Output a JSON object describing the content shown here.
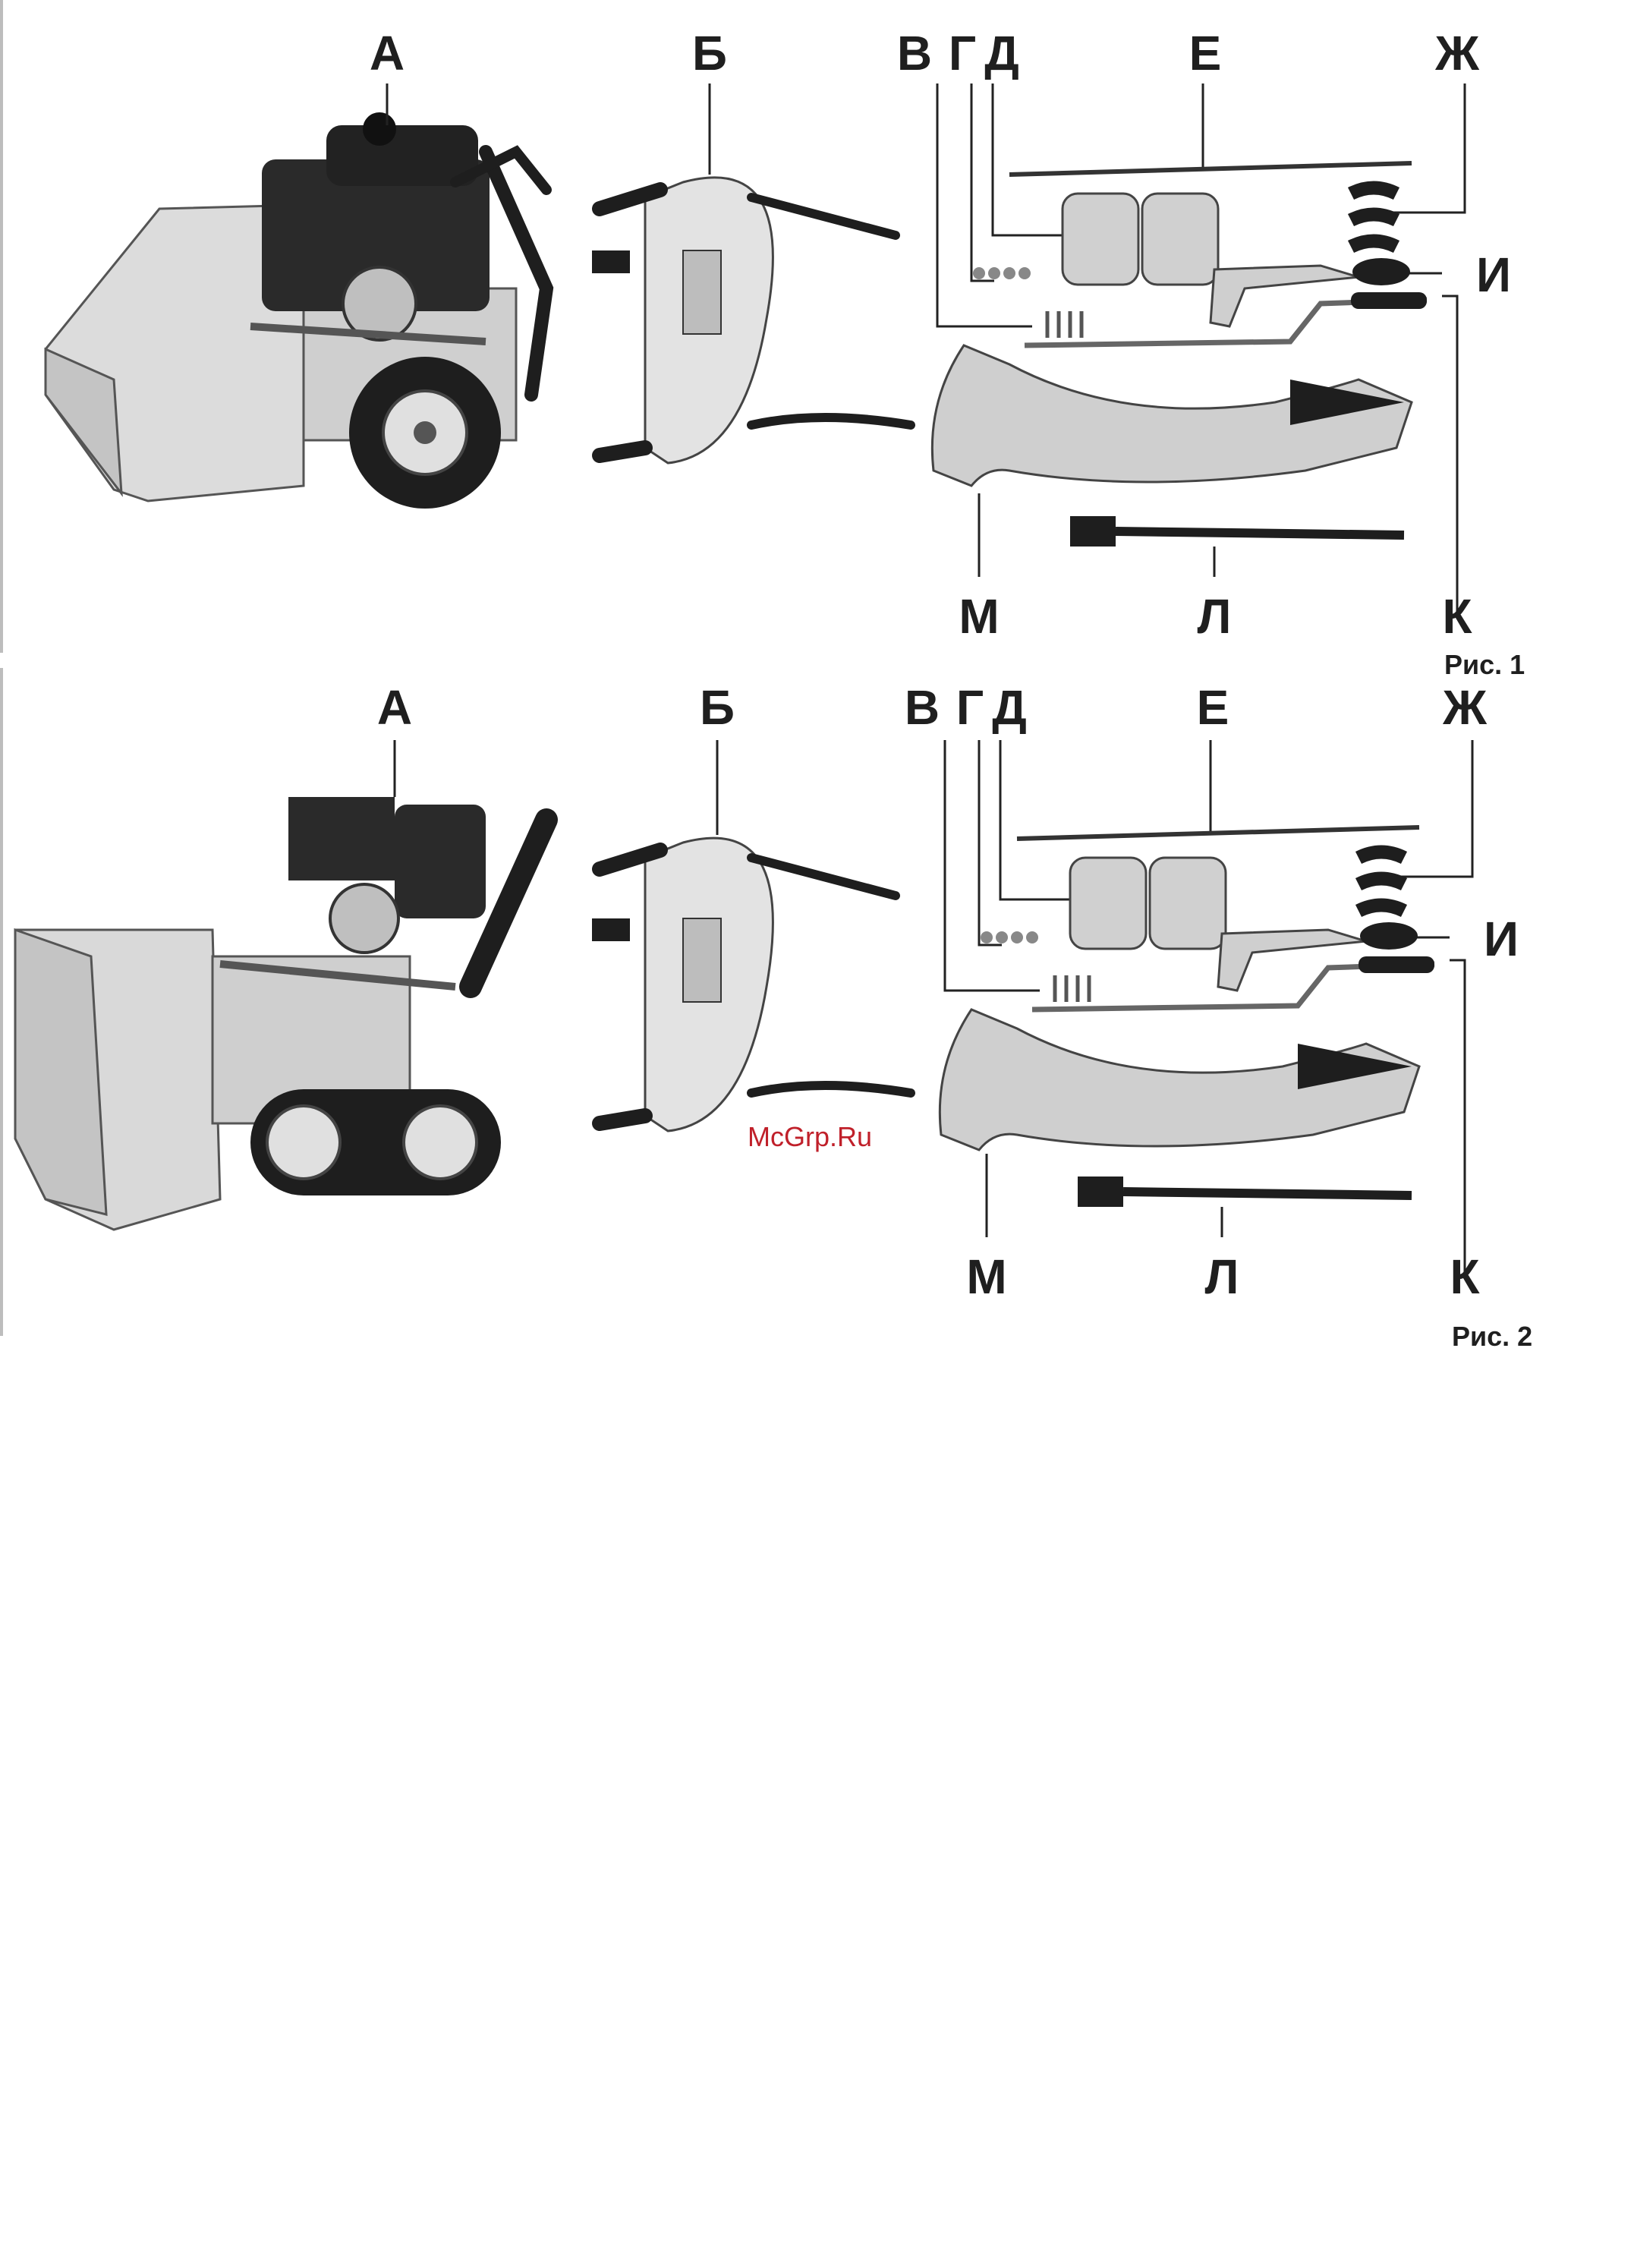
{
  "watermark": "McGrp.Ru",
  "figures": [
    {
      "caption": "Рис. 1",
      "labels": {
        "A": "А",
        "B": "Б",
        "V": "В",
        "G": "Г",
        "D": "Д",
        "E": "Е",
        "Zh": "Ж",
        "I": "И",
        "K": "К",
        "L": "Л",
        "M": "М"
      }
    },
    {
      "caption": "Рис. 2",
      "labels": {
        "A": "А",
        "B": "Б",
        "V": "В",
        "G": "Г",
        "D": "Д",
        "E": "Е",
        "Zh": "Ж",
        "I": "И",
        "K": "К",
        "L": "Л",
        "M": "М"
      }
    }
  ],
  "colors": {
    "body": "#d9d9d9",
    "dark": "#1e1e1e",
    "mid": "#8c8c8c",
    "watermark": "#c0202a"
  }
}
